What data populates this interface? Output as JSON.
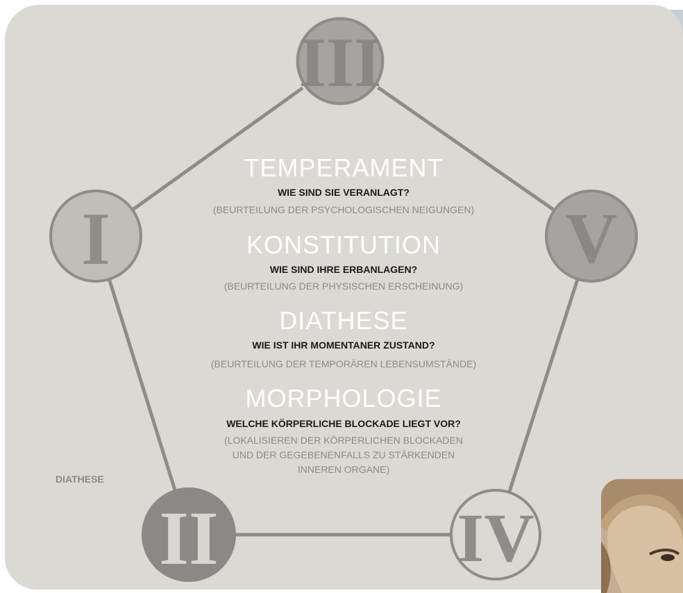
{
  "numerals": [
    "I",
    "II",
    "III",
    "IV",
    "V"
  ],
  "sections": [
    {
      "heading": "TEMPERAMENT",
      "question": "WIE SIND SIE VERANLAGT?",
      "note_lines": [
        "(BEURTEILUNG DER PSYCHOLOGISCHEN NEIGUNGEN)"
      ]
    },
    {
      "heading": "KONSTITUTION",
      "question": "WIE SIND IHRE ERBANLAGEN?",
      "note_lines": [
        "(BEURTEILUNG DER PHYSISCHEN ERSCHEINUNG)"
      ]
    },
    {
      "heading": "DIATHESE",
      "question": "WIE IST IHR MOMENTANER ZUSTAND?",
      "note_lines": [
        "(BEURTEILUNG DER TEMPORÄREN LEBENSUMSTÄNDE)"
      ]
    },
    {
      "heading": "MORPHOLOGIE",
      "question": "WELCHE KÖRPERLICHE BLOCKADE LIEGT VOR?",
      "note_lines": [
        "(LOKALISIEREN DER KÖRPERLICHEN BLOCKADEN",
        "UND DER GEGEBENENFALLS ZU STÄRKENDEN",
        "INNEREN ORGANE)"
      ]
    }
  ],
  "side_label": "DIATHESE",
  "colors": {
    "panel": "#dcd8d3",
    "line": "#8f8c88",
    "circle_light": "#c1beba",
    "circle_mid": "#a6a3a0",
    "circle_dark": "#8b8986",
    "numeral_light": "#8f8c89",
    "numeral_on_dark": "#d9d6d2",
    "heading": "#ffffff",
    "question": "#1a1a1a",
    "note": "#8d8a86"
  }
}
